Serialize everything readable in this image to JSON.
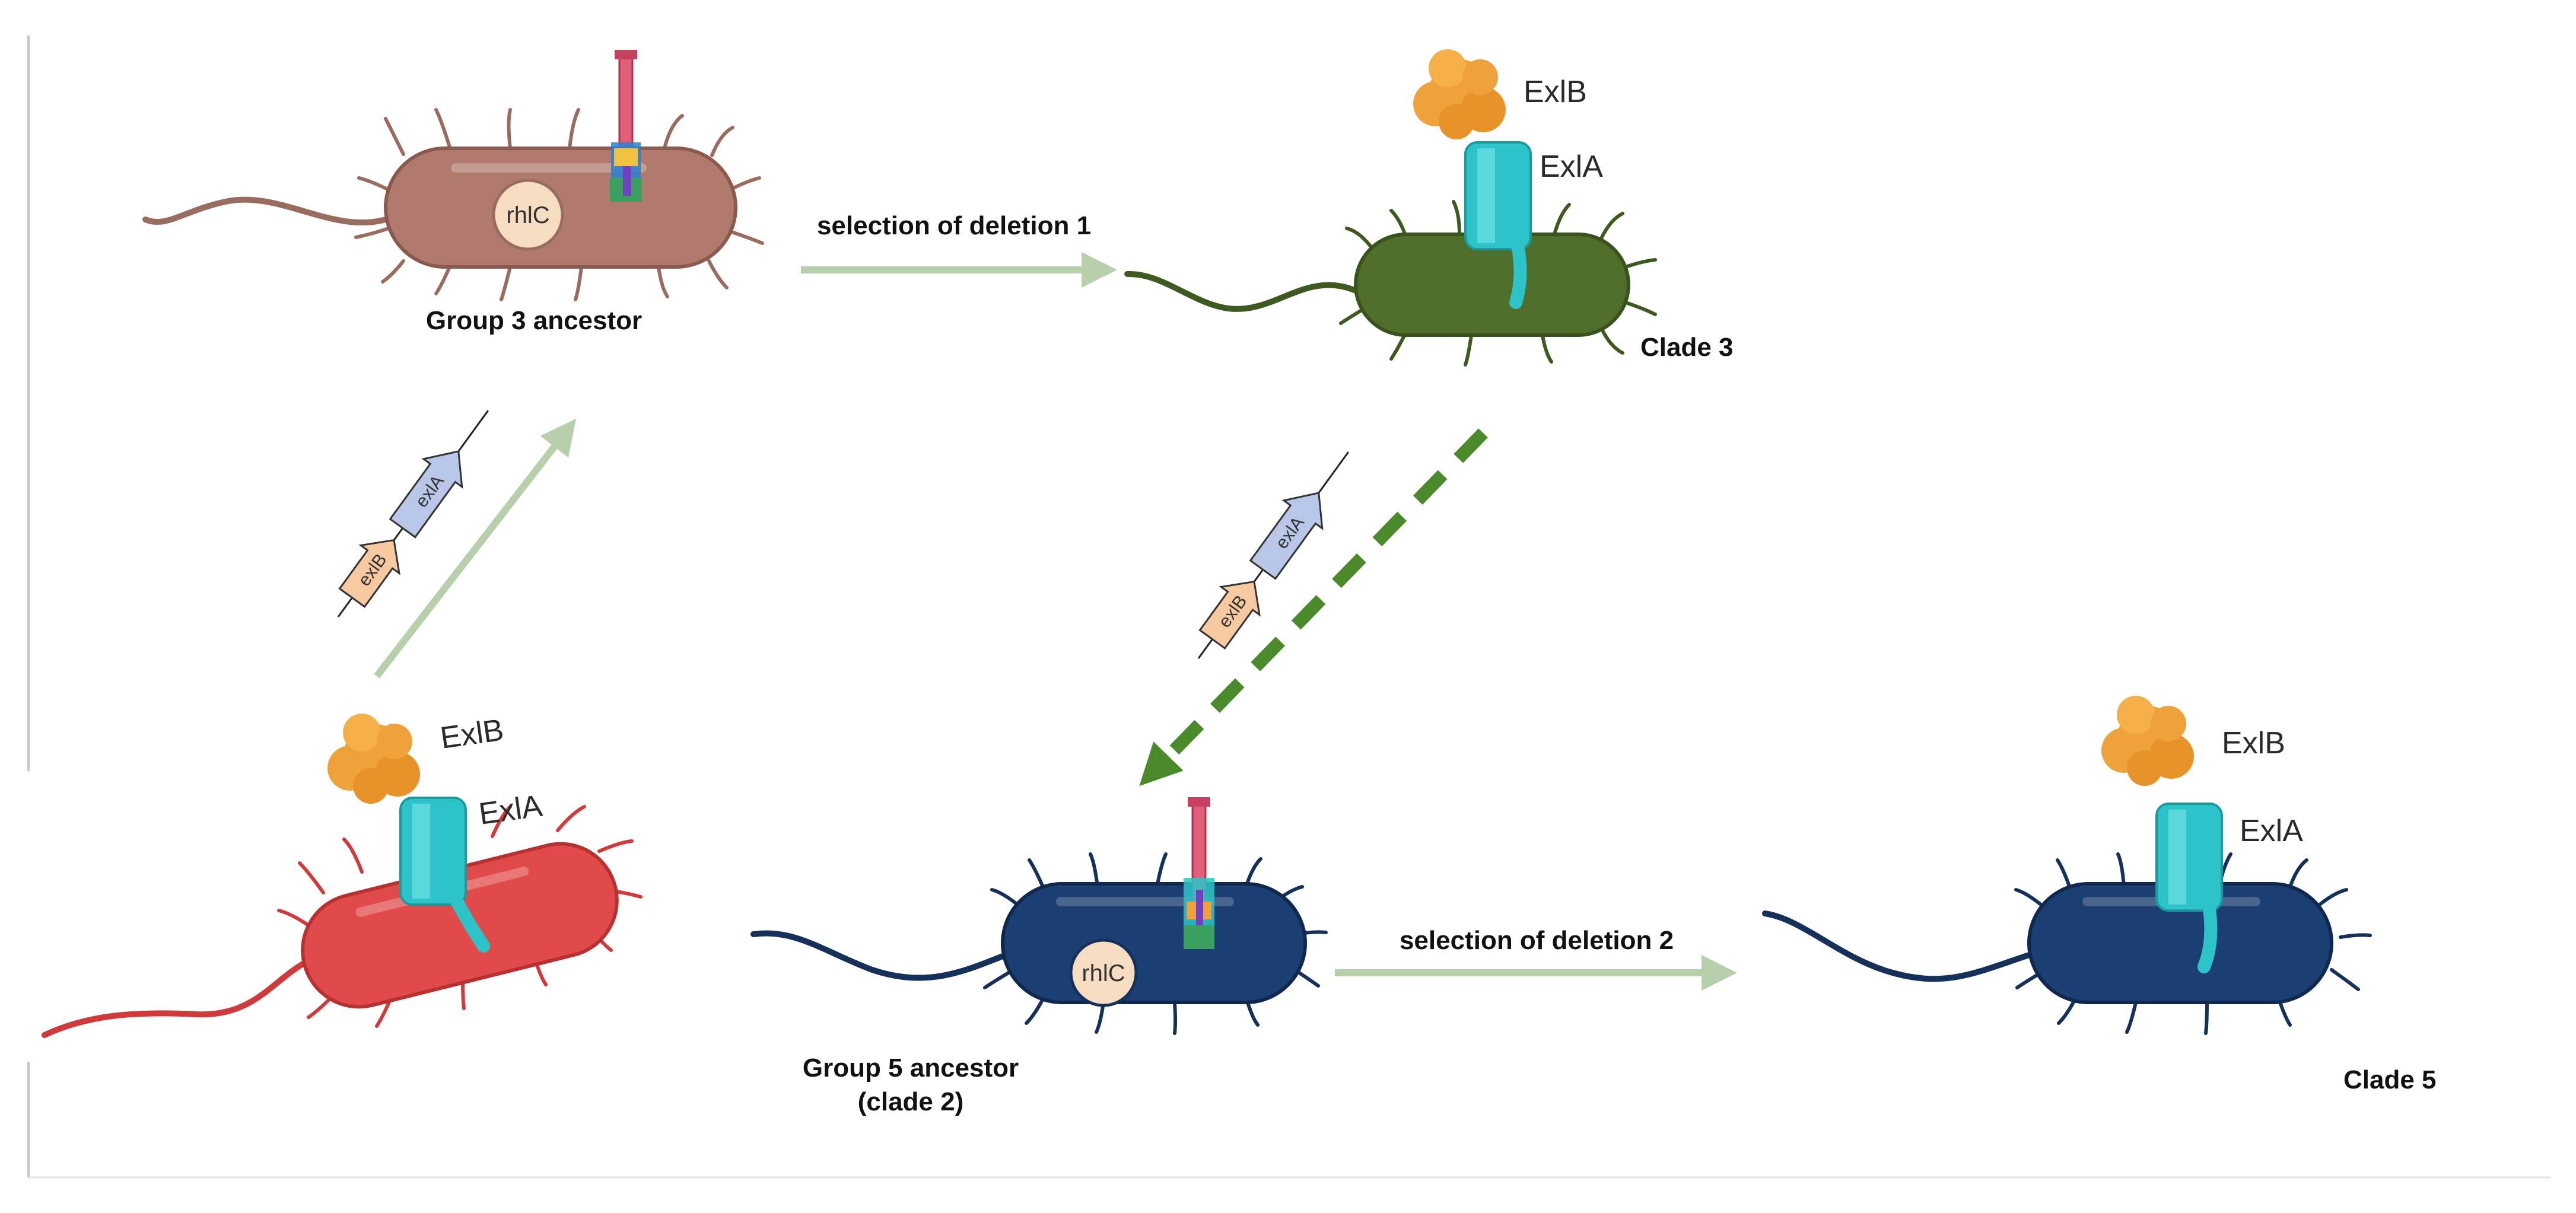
{
  "labels": {
    "group3_ancestor": "Group 3 ancestor",
    "clade3": "Clade 3",
    "group5_ancestor_line1": "Group 5 ancestor",
    "group5_ancestor_line2": "(clade 2)",
    "clade5": "Clade 5",
    "selection_deletion_1": "selection of deletion 1",
    "selection_deletion_2": "selection of deletion 2",
    "rhlC": "rhlC",
    "ExlA": "ExlA",
    "ExlB": "ExlB",
    "exlA_gene": "exlA",
    "exlB_gene": "exlB"
  },
  "colors": {
    "group3_ancestor": "#b07b6e",
    "clade3": "#4f6e2a",
    "red_bacterium": "#e04a4a",
    "blue_bacterium": "#1c3f73",
    "exlA_protein": "#2cc4c8",
    "exlB_protein": "#f0a23a",
    "rhlC_disc": "#f6dcc1",
    "arrow_solid": "#b7cfaa",
    "arrow_dashed": "#4a8a2a",
    "gene_exlA": "#b8c6e8",
    "gene_exlB": "#f6c9a0"
  }
}
